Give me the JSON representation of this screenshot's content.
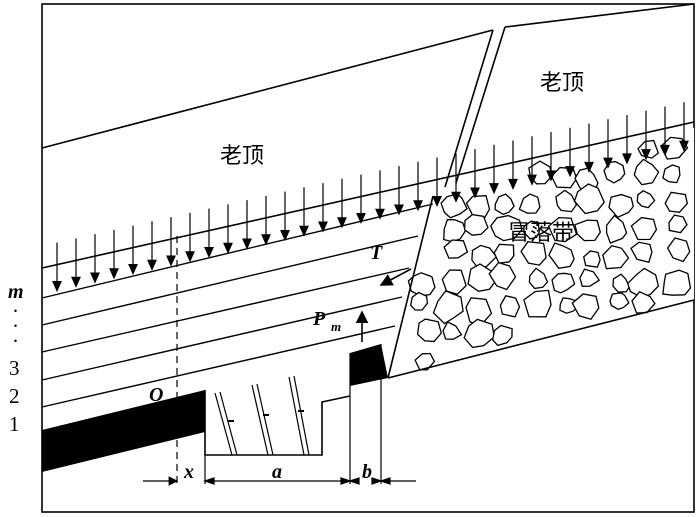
{
  "labels": {
    "main_roof_left": "老顶",
    "main_roof_right": "老顶",
    "caving_zone": "冒落带",
    "force_T": "T",
    "force_P": "P",
    "force_P_sub": "m",
    "origin": "O",
    "dim_x": "x",
    "dim_a": "a",
    "dim_b": "b"
  },
  "layers": {
    "top": "m",
    "dots": "·",
    "l3": "3",
    "l2": "2",
    "l1": "1"
  }
}
